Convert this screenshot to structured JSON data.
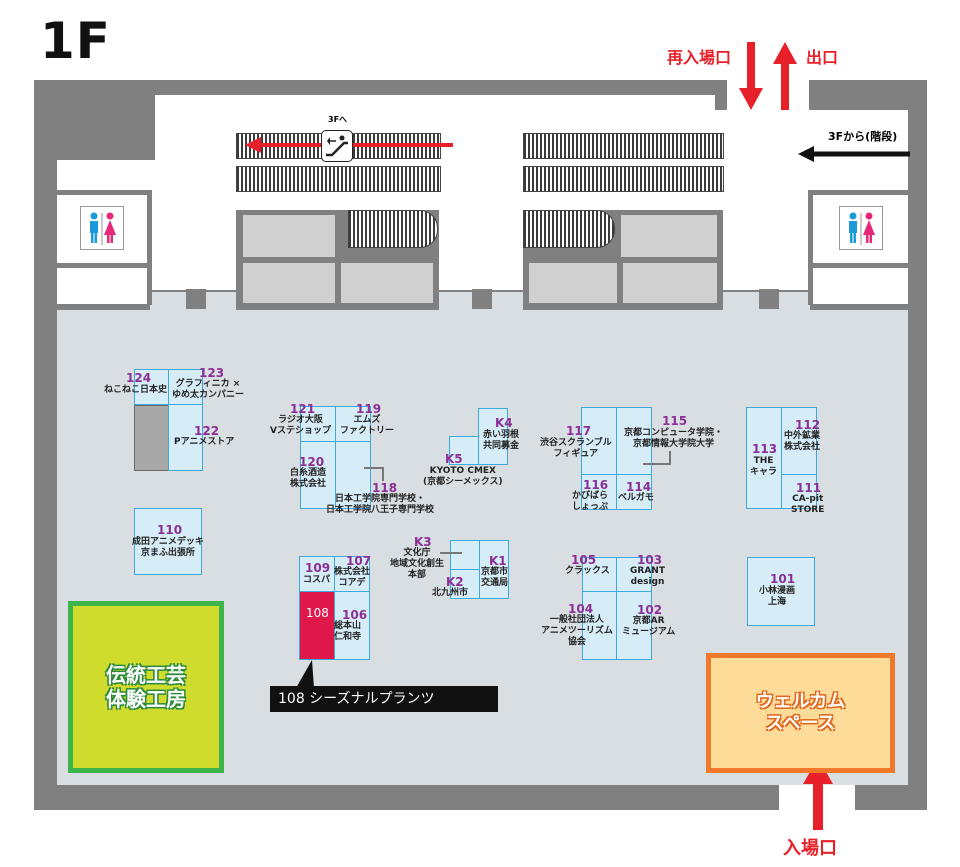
{
  "floor": "1F",
  "entrances": {
    "reentry": "再入場口",
    "exit": "出口",
    "entry": "入場口",
    "from3f_stairs": "3Fから(階段)",
    "to3f": "3Fへ"
  },
  "booths": [
    {
      "num": "124",
      "name": "ねこねこ日本史"
    },
    {
      "num": "123",
      "name": "グラフィニカ ×\nゆめ太カンパニー"
    },
    {
      "num": "122",
      "name": "Pアニメストア"
    },
    {
      "num": "121",
      "name": "ラジオ大阪\nVステショップ"
    },
    {
      "num": "119",
      "name": "エムズ\nファクトリー"
    },
    {
      "num": "120",
      "name": "白糸酒造\n株式会社"
    },
    {
      "num": "118",
      "name": "日本工学院専門学校・\n日本工学院八王子専門学校"
    },
    {
      "num": "K4",
      "name": "赤い羽根\n共同募金"
    },
    {
      "num": "K5",
      "name": "KYOTO CMEX\n(京都シーメックス)"
    },
    {
      "num": "117",
      "name": "渋谷スクランブル\nフィギュア"
    },
    {
      "num": "115",
      "name": "京都コンピュータ学院・\n京都情報大学院大学"
    },
    {
      "num": "116",
      "name": "かびばら\nしょっぷ"
    },
    {
      "num": "114",
      "name": "ベルガモ"
    },
    {
      "num": "113",
      "name": "THE\nキャラ"
    },
    {
      "num": "112",
      "name": "中外鉱業\n株式会社"
    },
    {
      "num": "111",
      "name": "CA-pit\nSTORE"
    },
    {
      "num": "110",
      "name": "成田アニメデッキ\n京まふ出張所"
    },
    {
      "num": "109",
      "name": "コスパ"
    },
    {
      "num": "107",
      "name": "株式会社\nコアデ"
    },
    {
      "num": "108",
      "name": ""
    },
    {
      "num": "106",
      "name": "総本山\n仁和寺"
    },
    {
      "num": "K3",
      "name": "文化庁\n地域文化創生\n本部"
    },
    {
      "num": "K1",
      "name": "京都市\n交通局"
    },
    {
      "num": "K2",
      "name": "北九州市"
    },
    {
      "num": "105",
      "name": "クラックス"
    },
    {
      "num": "103",
      "name": "GRANT\ndesign"
    },
    {
      "num": "104",
      "name": "一般社団法人\nアニメツーリズム\n協会"
    },
    {
      "num": "102",
      "name": "京都AR\nミュージアム"
    },
    {
      "num": "101",
      "name": "小林漫画\n上海"
    }
  ],
  "callout_108": "108 シーズナルプランツ",
  "craft_workshop": "伝統工芸\n体験工房",
  "welcome_space": "ウェルカム\nスペース",
  "colors": {
    "wall": "#808080",
    "floor": "#d9dee3",
    "booth_fill": "#d6ecf7",
    "booth_border": "#3ea9dc",
    "booth_number": "#8b2f97",
    "red": "#e8202a",
    "craft_fill": "#cfdc2e",
    "craft_border": "#3db54a",
    "welcome_fill": "#fddc9a",
    "welcome_border": "#f0782a",
    "highlight_108": "#e0174a"
  },
  "icons": [
    "restroom-icon",
    "escalator-icon",
    "arrow-up-icon",
    "arrow-down-icon",
    "arrow-left-icon"
  ]
}
